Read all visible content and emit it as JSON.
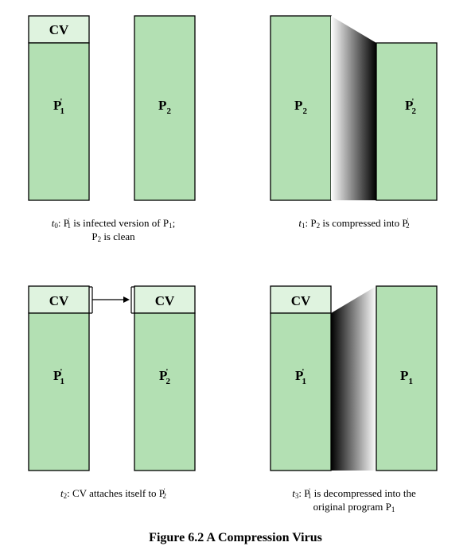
{
  "labels": {
    "cv": "CV",
    "p": "P",
    "prime": "'",
    "one": "1",
    "two": "2"
  },
  "captions": {
    "t0": {
      "t": "t",
      "sub0": "0",
      "colon": ": ",
      "p": "P",
      "sub1": "1",
      "prime": "'",
      "text1": " is infected version of P",
      "sub2": "1",
      "semi": ";",
      "line2_p": "P",
      "line2_sub": "2",
      "line2_text": " is clean"
    },
    "t1": {
      "t": "t",
      "sub": "1",
      "colon": ": ",
      "p": "P",
      "sub2": "2",
      "text": " is compressed into P",
      "sub3": "2",
      "prime": "'"
    },
    "t2": {
      "t": "t",
      "sub": "2",
      "text": ": CV attaches itself to P",
      "sub3": "2",
      "prime": "'"
    },
    "t3": {
      "t": "t",
      "sub": "3",
      "colon": ": ",
      "p": "P",
      "sub1": "1",
      "prime": "'",
      "text": " is decompressed into the",
      "line2": "original program P",
      "line2_sub": "1"
    }
  },
  "figure_title": "Figure 6.2  A Compression Virus"
}
